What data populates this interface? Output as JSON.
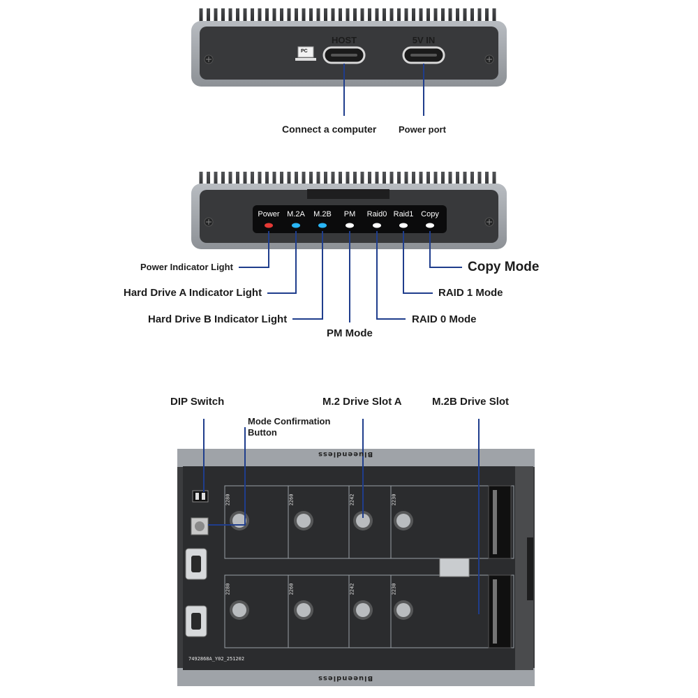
{
  "panel_top": {
    "pc_icon_text": "PC",
    "host_label": "HOST",
    "power_in_label": "5V IN",
    "callouts": {
      "host": "Connect a computer",
      "power": "Power port"
    }
  },
  "panel_leds": {
    "leds": [
      {
        "label": "Power",
        "color": "#e53935"
      },
      {
        "label": "M.2A",
        "color": "#29b6f6"
      },
      {
        "label": "M.2B",
        "color": "#29b6f6"
      },
      {
        "label": "PM",
        "color": "#ffffff"
      },
      {
        "label": "Raid0",
        "color": "#ffffff"
      },
      {
        "label": "Raid1",
        "color": "#ffffff"
      },
      {
        "label": "Copy",
        "color": "#ffffff"
      }
    ],
    "callouts": {
      "power": "Power Indicator Light",
      "m2a": "Hard Drive A Indicator Light",
      "m2b": "Hard Drive B Indicator Light",
      "pm": "PM Mode",
      "raid0": "RAID 0 Mode",
      "raid1": "RAID 1 Mode",
      "copy": "Copy Mode"
    }
  },
  "board": {
    "callouts": {
      "dip": "DIP Switch",
      "mode_button_line1": "Mode Confirmation",
      "mode_button_line2": "Button",
      "slot_a": "M.2 Drive Slot A",
      "slot_b": "M.2B Drive Slot"
    },
    "brand": "Blueendless",
    "serial": "7492868A_Y02_251202",
    "slot_sizes": [
      "2280",
      "2260",
      "2242",
      "2230"
    ]
  },
  "colors": {
    "callout_line": "#1f3d8c",
    "enclosure": "#3a3b3d",
    "frame": "#9a9ea3",
    "pcb": "#2b2c2e",
    "standoff": "#b9bcbf"
  }
}
